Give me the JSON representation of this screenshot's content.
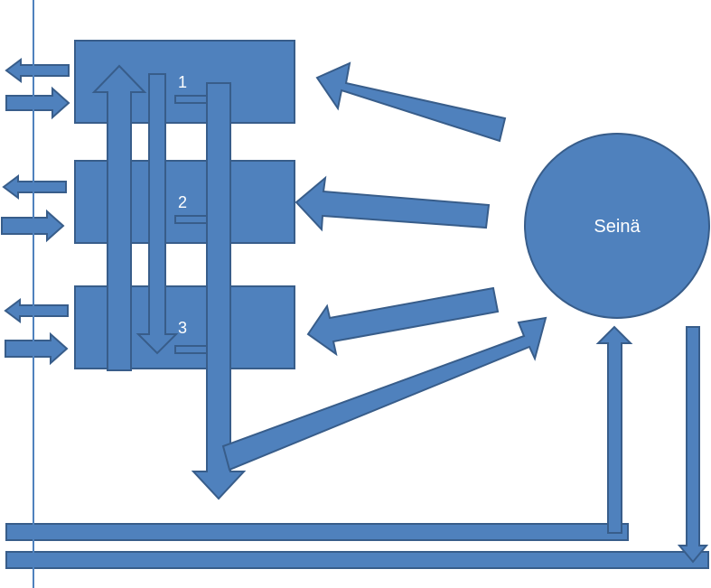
{
  "diagram": {
    "labels": {
      "floor_1": "1",
      "floor_2": "2",
      "floor_3": "3",
      "wall": "Seinä"
    },
    "colors": {
      "fill": "#4f81bd",
      "stroke": "#385d8a",
      "text": "#ffffff"
    }
  }
}
